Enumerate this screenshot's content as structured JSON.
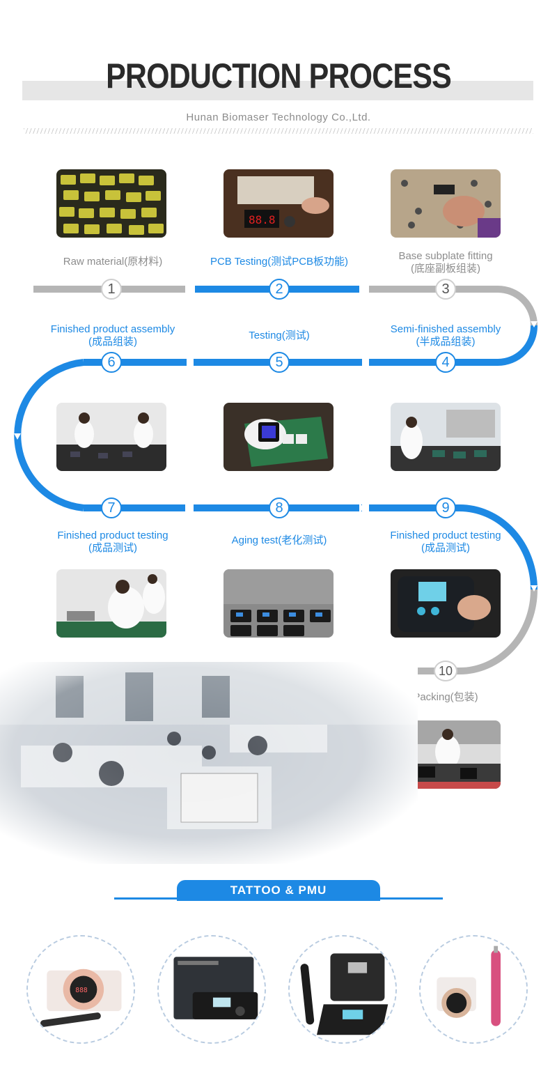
{
  "header": {
    "title": "PRODUCTION PROCESS",
    "subtitle": "Hunan Biomaser Technology Co.,Ltd."
  },
  "steps": [
    {
      "num": "1",
      "label1": "Raw material(原材料)",
      "label2": "",
      "photo": "raw-material-photo"
    },
    {
      "num": "2",
      "label1": "PCB Testing(测试PCB板功能)",
      "label2": "",
      "photo": "pcb-testing-photo"
    },
    {
      "num": "3",
      "label1": "Base subplate fitting",
      "label2": "(底座副板组装)",
      "photo": "base-subplate-photo"
    },
    {
      "num": "4",
      "label1": "Semi-finished assembly",
      "label2": "(半成品组装)",
      "photo": "semi-finished-photo"
    },
    {
      "num": "5",
      "label1": "Testing(测试)",
      "label2": "",
      "photo": "testing-photo"
    },
    {
      "num": "6",
      "label1": "Finished product assembly",
      "label2": "(成品组装)",
      "photo": "finished-assembly-photo"
    },
    {
      "num": "7",
      "label1": "Finished product testing",
      "label2": "(成品测试)",
      "photo": "finished-testing-photo"
    },
    {
      "num": "8",
      "label1": "Aging test(老化测试)",
      "label2": "",
      "photo": "aging-test-photo"
    },
    {
      "num": "9",
      "label1": "Finished product testing",
      "label2": "(成品测试)",
      "photo": "finished-testing-2-photo"
    },
    {
      "num": "10",
      "label1": "Packing(包装)",
      "label2": "",
      "photo": "packing-photo"
    }
  ],
  "section_tag": "TATTOO & PMU",
  "products": [
    "tattoo-machine-rose",
    "tattoo-power-supply",
    "pmu-machine-black",
    "pmu-pen-pink"
  ],
  "colors": {
    "accent": "#1d89e4",
    "gray_track": "#b5b5b5"
  }
}
